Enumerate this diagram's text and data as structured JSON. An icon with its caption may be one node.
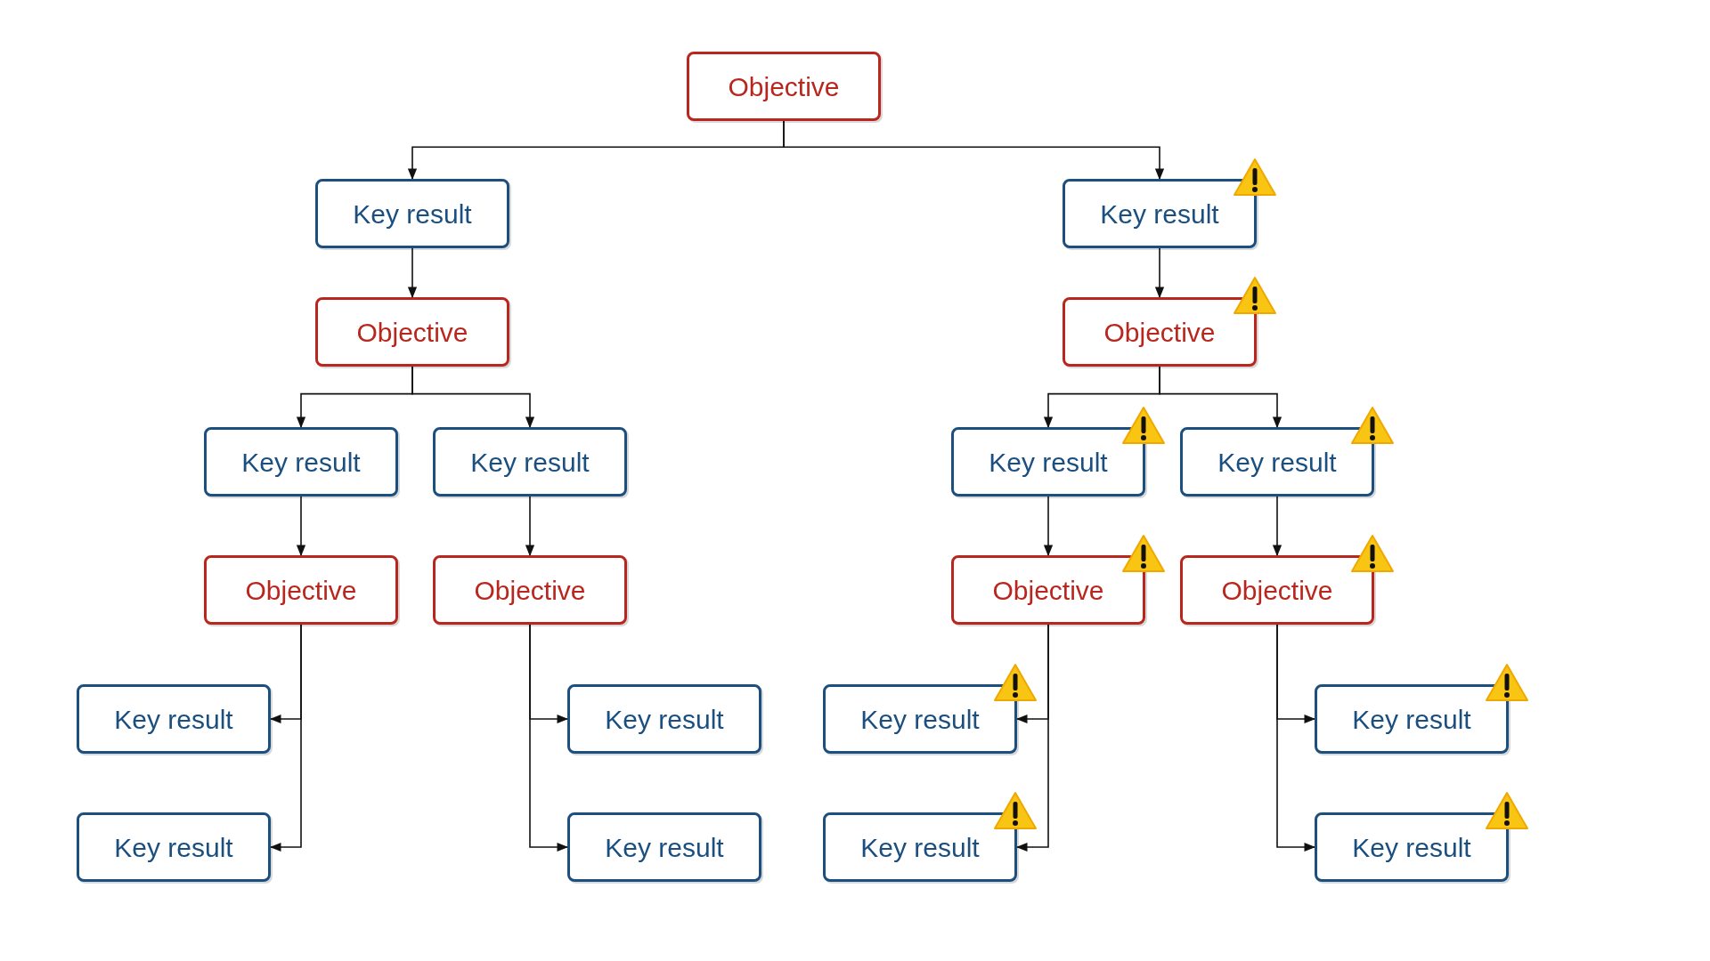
{
  "diagram": {
    "nodes": [
      {
        "text": [
          "Objective"
        ]
      },
      {
        "text": [
          "Key result"
        ]
      },
      {
        "text": [
          "Key result"
        ]
      },
      {
        "text": [
          "Objective"
        ]
      },
      {
        "text": [
          "Objective"
        ]
      },
      {
        "text": [
          "Key result"
        ]
      },
      {
        "text": [
          "Key result"
        ]
      },
      {
        "text": [
          "Key result"
        ]
      },
      {
        "text": [
          "Key result"
        ]
      },
      {
        "text": [
          "Objective"
        ]
      },
      {
        "text": [
          "Objective"
        ]
      },
      {
        "text": [
          "Objective"
        ]
      },
      {
        "text": [
          "Objective"
        ]
      },
      {
        "text": [
          "Key result"
        ]
      },
      {
        "text": [
          "Key result"
        ]
      },
      {
        "text": [
          "Key result"
        ]
      },
      {
        "text": [
          "Key result"
        ]
      },
      {
        "text": [
          "Key result"
        ]
      },
      {
        "text": [
          "Key result"
        ]
      },
      {
        "text": [
          "Key result"
        ]
      },
      {
        "text": [
          "Key result"
        ]
      }
    ],
    "edges": [
      {
        "from": 0,
        "to": 1,
        "arrow": "to"
      },
      {
        "from": 0,
        "to": 2,
        "arrow": "to"
      },
      {
        "from": 1,
        "to": 3,
        "arrow": "to"
      },
      {
        "from": 2,
        "to": 4,
        "arrow": "to"
      },
      {
        "from": 3,
        "to": 5,
        "arrow": "to"
      },
      {
        "from": 3,
        "to": 6,
        "arrow": "to"
      },
      {
        "from": 4,
        "to": 7,
        "arrow": "to"
      },
      {
        "from": 4,
        "to": 8,
        "arrow": "to"
      },
      {
        "from": 5,
        "to": 9,
        "arrow": "to"
      },
      {
        "from": 6,
        "to": 10,
        "arrow": "to"
      },
      {
        "from": 7,
        "to": 11,
        "arrow": "to"
      },
      {
        "from": 8,
        "to": 12,
        "arrow": "to"
      },
      {
        "from": 9,
        "to": 13,
        "arrow": "to"
      },
      {
        "from": 9,
        "to": 14,
        "arrow": "to"
      },
      {
        "from": 10,
        "to": 15,
        "arrow": "to"
      },
      {
        "from": 10,
        "to": 16,
        "arrow": "to"
      },
      {
        "from": 11,
        "to": 17,
        "arrow": "to"
      },
      {
        "from": 11,
        "to": 18,
        "arrow": "to"
      },
      {
        "from": 12,
        "to": 19,
        "arrow": "to"
      },
      {
        "from": 12,
        "to": 20,
        "arrow": "to"
      }
    ]
  }
}
